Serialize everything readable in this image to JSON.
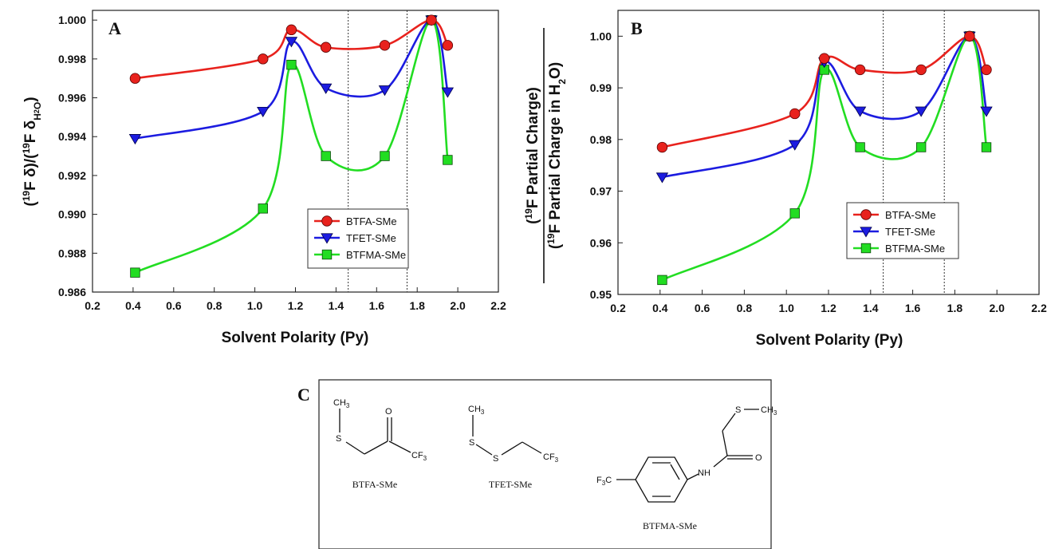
{
  "figure": {
    "panel_a_letter": "A",
    "panel_b_letter": "B",
    "panel_c_letter": "C"
  },
  "colors": {
    "BTFA-SMe": "#e8221d",
    "TFET-SMe": "#1c1ce0",
    "BTFMA-SMe": "#22dd22"
  },
  "chart_data": [
    {
      "id": "A",
      "type": "line",
      "title": "",
      "xlabel": "Solvent Polarity (Py)",
      "ylabel": "(19F δ)/(19F δH2O)",
      "xlim": [
        0.2,
        2.2
      ],
      "ylim": [
        0.986,
        1.0005
      ],
      "xticks": [
        "0.2",
        "0.4",
        "0.6",
        "0.8",
        "1.0",
        "1.2",
        "1.4",
        "1.6",
        "1.8",
        "2.0",
        "2.2"
      ],
      "yticks": [
        "0.986",
        "0.988",
        "0.990",
        "0.992",
        "0.994",
        "0.996",
        "0.998",
        "1.000"
      ],
      "grid": false,
      "legend_position": "center-right",
      "reference_lines_x": [
        1.46,
        1.75
      ],
      "series": [
        {
          "name": "BTFA-SMe",
          "marker": "circle",
          "x": [
            0.41,
            1.04,
            1.18,
            1.35,
            1.64,
            1.87,
            1.95
          ],
          "y": [
            0.997,
            0.998,
            0.9995,
            0.9986,
            0.9987,
            1.0,
            0.9987
          ]
        },
        {
          "name": "TFET-SMe",
          "marker": "triangle-down",
          "x": [
            0.41,
            1.04,
            1.18,
            1.35,
            1.64,
            1.87,
            1.95
          ],
          "y": [
            0.9939,
            0.9953,
            0.9989,
            0.9965,
            0.9964,
            1.0,
            0.9963
          ]
        },
        {
          "name": "BTFMA-SMe",
          "marker": "square",
          "x": [
            0.41,
            1.04,
            1.18,
            1.35,
            1.64,
            1.87,
            1.95
          ],
          "y": [
            0.987,
            0.9903,
            0.9977,
            0.993,
            0.993,
            1.0,
            0.9928
          ]
        }
      ]
    },
    {
      "id": "B",
      "type": "line",
      "title": "",
      "xlabel": "Solvent Polarity (Py)",
      "ylabel_num": "(19F Partial Charge)",
      "ylabel_den": "(19F Partial Charge in H2O)",
      "xlim": [
        0.2,
        2.2
      ],
      "ylim": [
        0.95,
        1.005
      ],
      "xticks": [
        "0.2",
        "0.4",
        "0.6",
        "0.8",
        "1.0",
        "1.2",
        "1.4",
        "1.6",
        "1.8",
        "2.0",
        "2.2"
      ],
      "yticks": [
        "0.95",
        "0.96",
        "0.97",
        "0.98",
        "0.99",
        "1.00"
      ],
      "grid": false,
      "legend_position": "center-right",
      "reference_lines_x": [
        1.46,
        1.75
      ],
      "series": [
        {
          "name": "BTFA-SMe",
          "marker": "circle",
          "x": [
            0.41,
            1.04,
            1.18,
            1.35,
            1.64,
            1.87,
            1.95
          ],
          "y": [
            0.9785,
            0.985,
            0.9957,
            0.9935,
            0.9935,
            1.0,
            0.9935
          ]
        },
        {
          "name": "TFET-SMe",
          "marker": "triangle-down",
          "x": [
            0.41,
            1.04,
            1.18,
            1.35,
            1.64,
            1.87,
            1.95
          ],
          "y": [
            0.9727,
            0.979,
            0.995,
            0.9855,
            0.9855,
            1.0,
            0.9855
          ]
        },
        {
          "name": "BTFMA-SMe",
          "marker": "square",
          "x": [
            0.41,
            1.04,
            1.18,
            1.35,
            1.64,
            1.87,
            1.95
          ],
          "y": [
            0.9528,
            0.9657,
            0.9935,
            0.9785,
            0.9785,
            1.0,
            0.9785
          ]
        }
      ]
    }
  ],
  "structures": {
    "btfa_name": "BTFA-SMe",
    "tfet_name": "TFET-SMe",
    "btfma_name": "BTFMA-SMe",
    "ch3": "CH",
    "sub3": "3",
    "cf3": "CF",
    "f3c": "F",
    "c": "C",
    "s": "S",
    "o": "O",
    "nh": "NH"
  }
}
